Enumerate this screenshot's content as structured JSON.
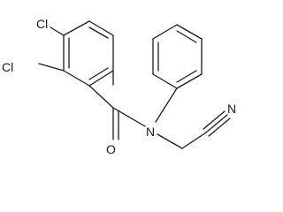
{
  "molecule": {
    "atoms": {
      "cl_top": "Cl",
      "cl_left": "Cl",
      "oxygen": "O",
      "nitrogen": "N",
      "nitrile_n": "N"
    },
    "colors": {
      "bond": "#1a1a1a",
      "label": "#1a1a1a",
      "background": "#ffffff"
    }
  }
}
